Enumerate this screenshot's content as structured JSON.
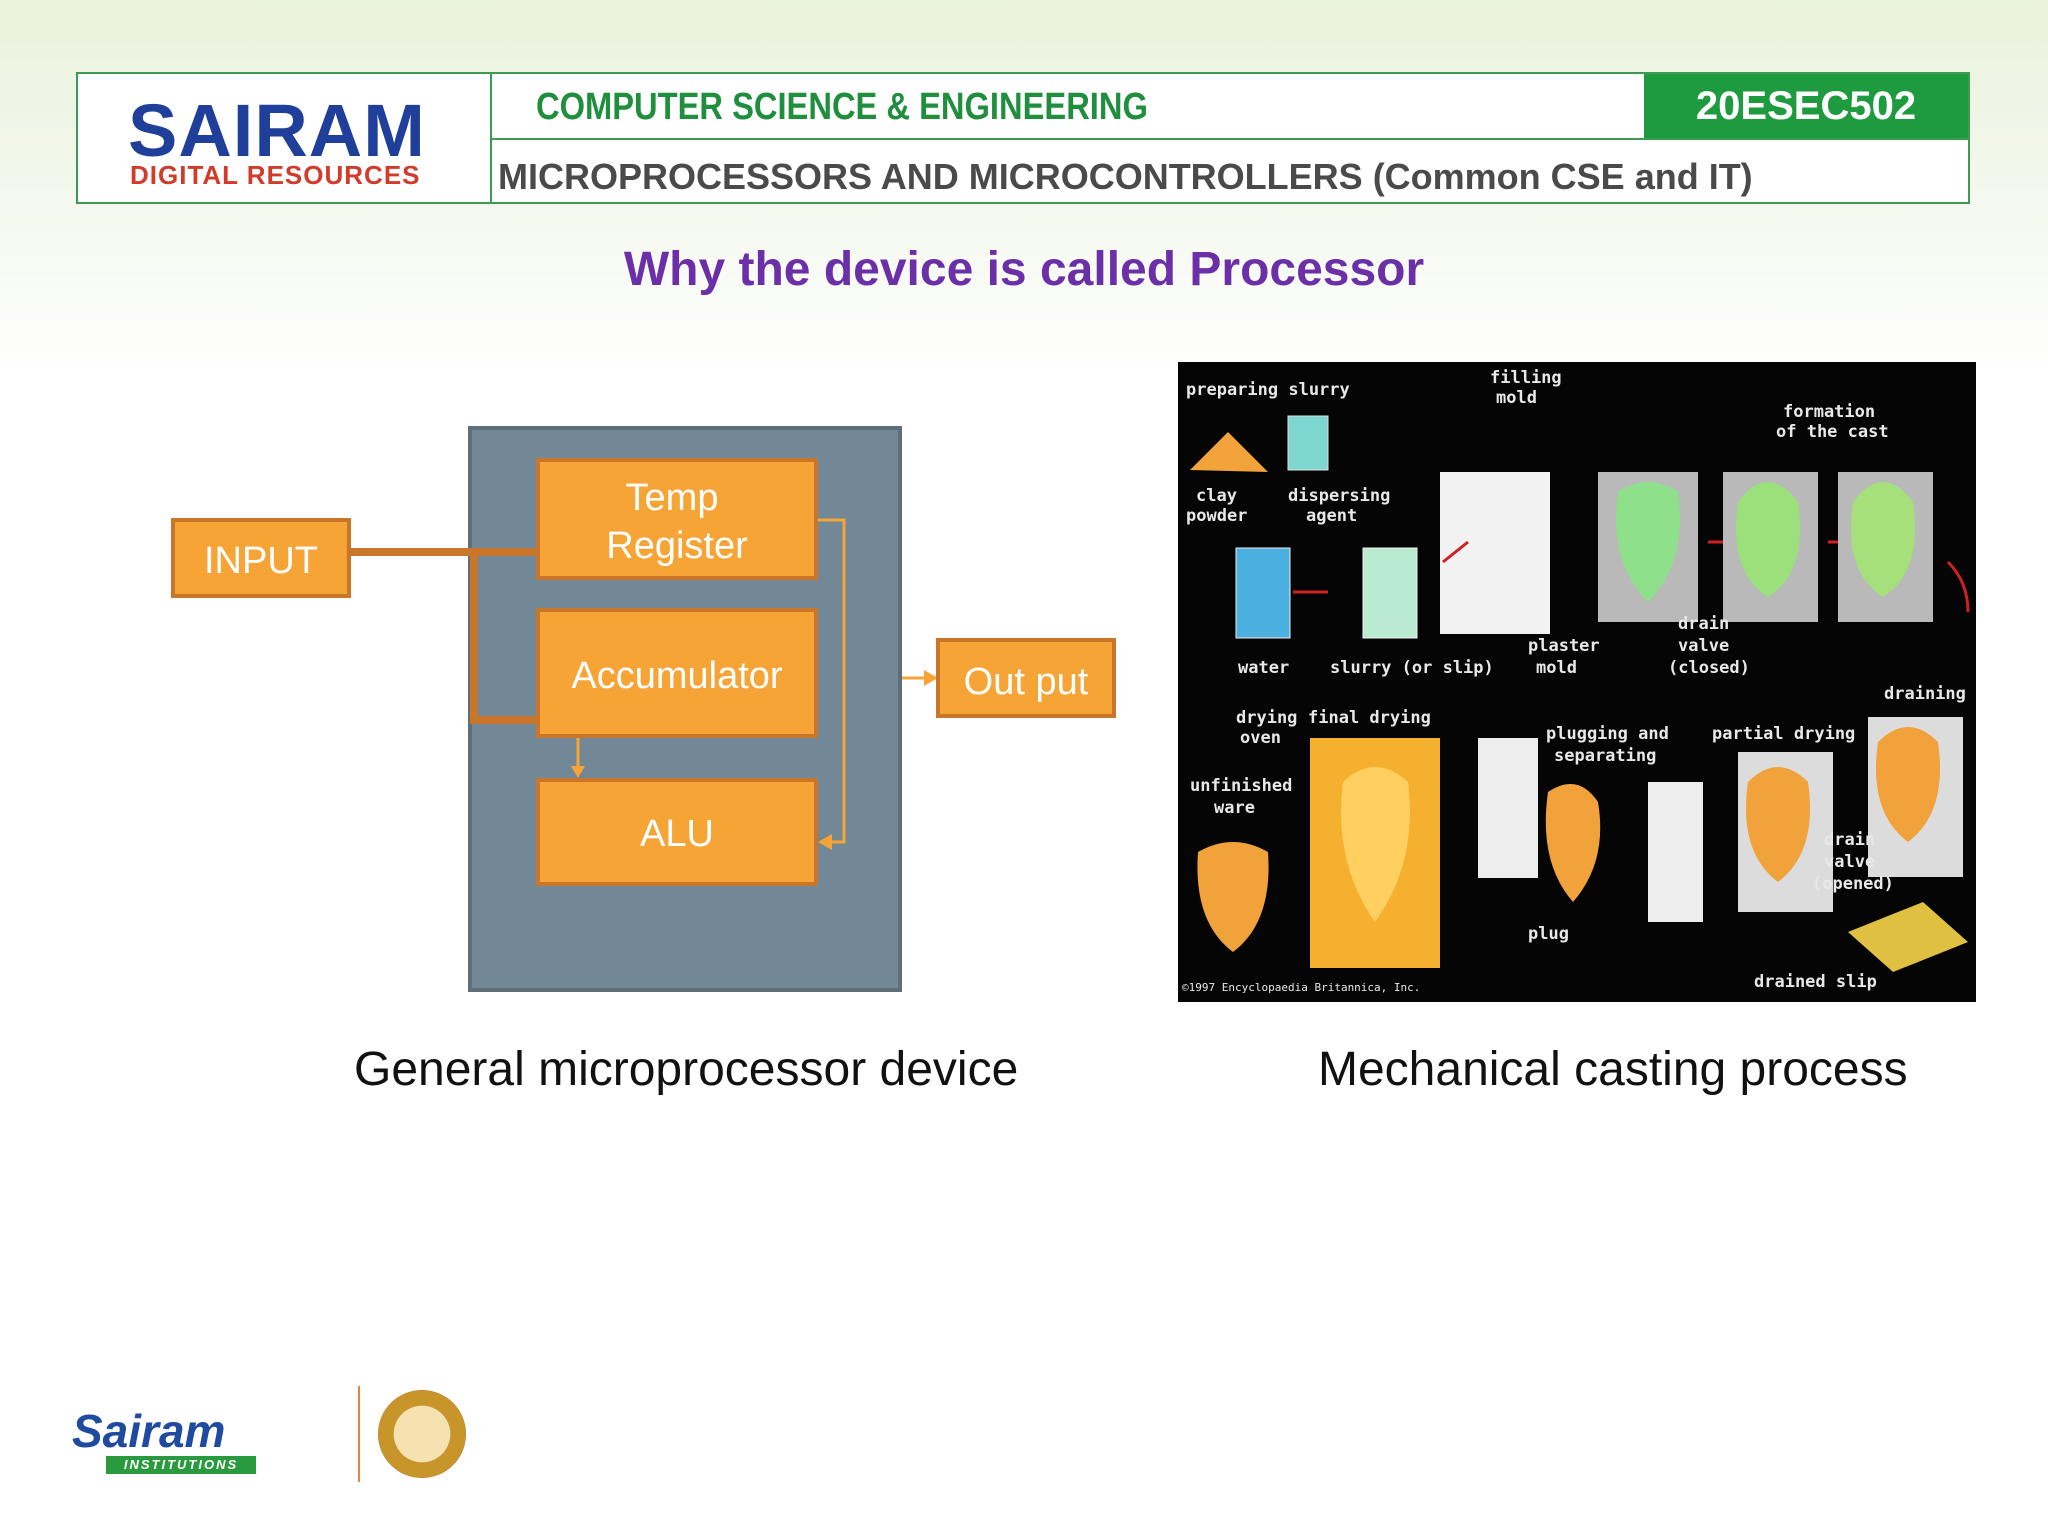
{
  "header": {
    "logo_main": "SAIRAM",
    "logo_sub": "DIGITAL RESOURCES",
    "department": "COMPUTER SCIENCE & ENGINEERING",
    "course_code": "20ESEC502",
    "course_title": "MICROPROCESSORS AND MICROCONTROLLERS (Common CSE and IT)"
  },
  "slide": {
    "title": "Why the device is called Processor"
  },
  "diagram": {
    "input_label": "INPUT",
    "temp_register_line1": "Temp",
    "temp_register_line2": "Register",
    "accumulator_label": "Accumulator",
    "alu_label": "ALU",
    "output_label": "Out put",
    "caption": "General microprocessor device"
  },
  "casting": {
    "caption": "Mechanical casting process",
    "labels": {
      "preparing_slurry": "preparing slurry",
      "filling_mold_1": "filling",
      "filling_mold_2": "mold",
      "formation_1": "formation",
      "formation_2": "of the cast",
      "clay_powder_1": "clay",
      "clay_powder_2": "powder",
      "dispersing_agent_1": "dispersing",
      "dispersing_agent_2": "agent",
      "water": "water",
      "slurry": "slurry (or slip)",
      "plaster_mold_1": "plaster",
      "plaster_mold_2": "mold",
      "drain_closed_1": "drain",
      "drain_closed_2": "valve",
      "drain_closed_3": "(closed)",
      "draining": "draining",
      "drying_oven_1": "drying",
      "drying_oven_2": "oven",
      "final_drying": "final drying",
      "plugging_1": "plugging and",
      "plugging_2": "separating",
      "partial_drying": "partial drying",
      "unfinished_ware_1": "unfinished",
      "unfinished_ware_2": "ware",
      "drain_opened_1": "drain",
      "drain_opened_2": "valve",
      "drain_opened_3": "(opened)",
      "plug": "plug",
      "drained_slip": "drained slip",
      "copyright": "©1997 Encyclopaedia Britannica, Inc."
    }
  },
  "footer": {
    "logo_word": "Sairam",
    "logo_tag": "INSTITUTIONS"
  },
  "colors": {
    "accent_green": "#1f9b3f",
    "title_purple": "#6b2fa8",
    "block_orange": "#f7a437",
    "block_border": "#c9762a",
    "cpu_grey": "#738896"
  }
}
